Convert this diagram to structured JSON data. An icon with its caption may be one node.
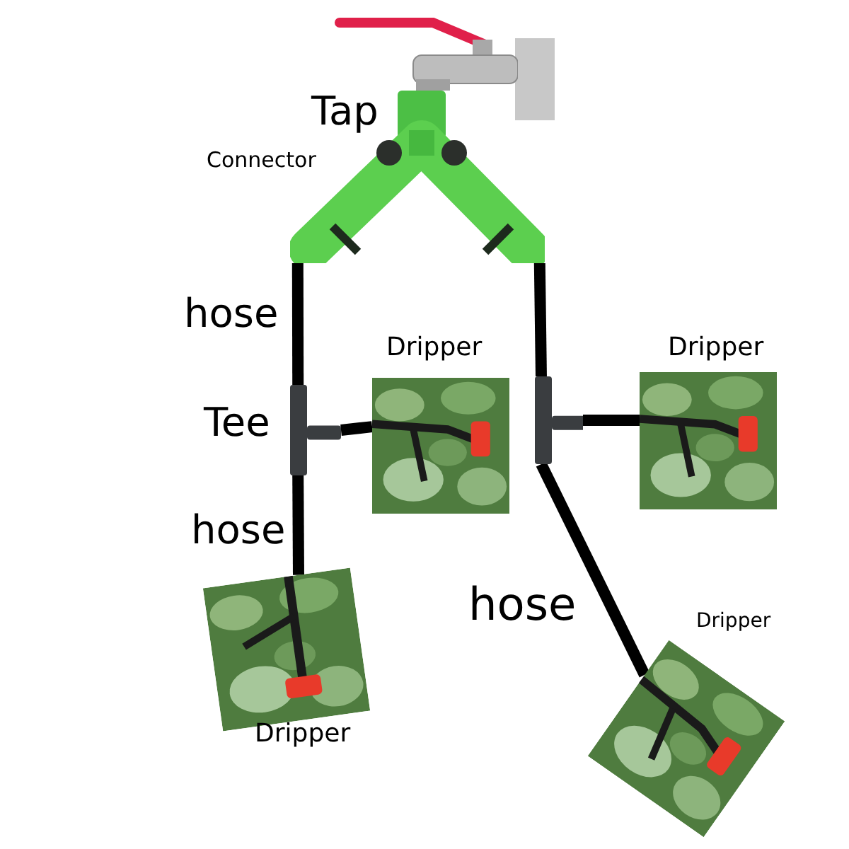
{
  "diagram": {
    "nodes": [
      {
        "text": [],
        "shape": "picture",
        "beside": [
          "Tap"
        ]
      },
      {
        "text": [],
        "shape": "picture",
        "beside": [
          "Connector"
        ]
      },
      {
        "text": [],
        "shape": "picture",
        "beside": [
          "Tee"
        ]
      },
      {
        "text": [],
        "shape": "picture",
        "beside": [
          "Dripper"
        ]
      },
      {
        "text": [],
        "shape": "picture",
        "beside": [
          "Dripper"
        ]
      },
      {
        "text": [],
        "shape": "picture"
      },
      {
        "text": [],
        "shape": "picture",
        "beside": [
          "Dripper"
        ]
      },
      {
        "text": [],
        "shape": "picture",
        "beside": [
          "Dripper"
        ]
      }
    ],
    "edges": [
      {
        "from": 1,
        "to": 2,
        "arrow": "none",
        "label": "hose"
      },
      {
        "from": 2,
        "to": 3,
        "arrow": "none"
      },
      {
        "from": 2,
        "to": 4,
        "arrow": "none",
        "label": "hose"
      },
      {
        "from": 1,
        "to": 5,
        "arrow": "none"
      },
      {
        "from": 5,
        "to": 6,
        "arrow": "none"
      },
      {
        "from": 5,
        "to": 7,
        "arrow": "none",
        "label": "hose"
      }
    ]
  }
}
